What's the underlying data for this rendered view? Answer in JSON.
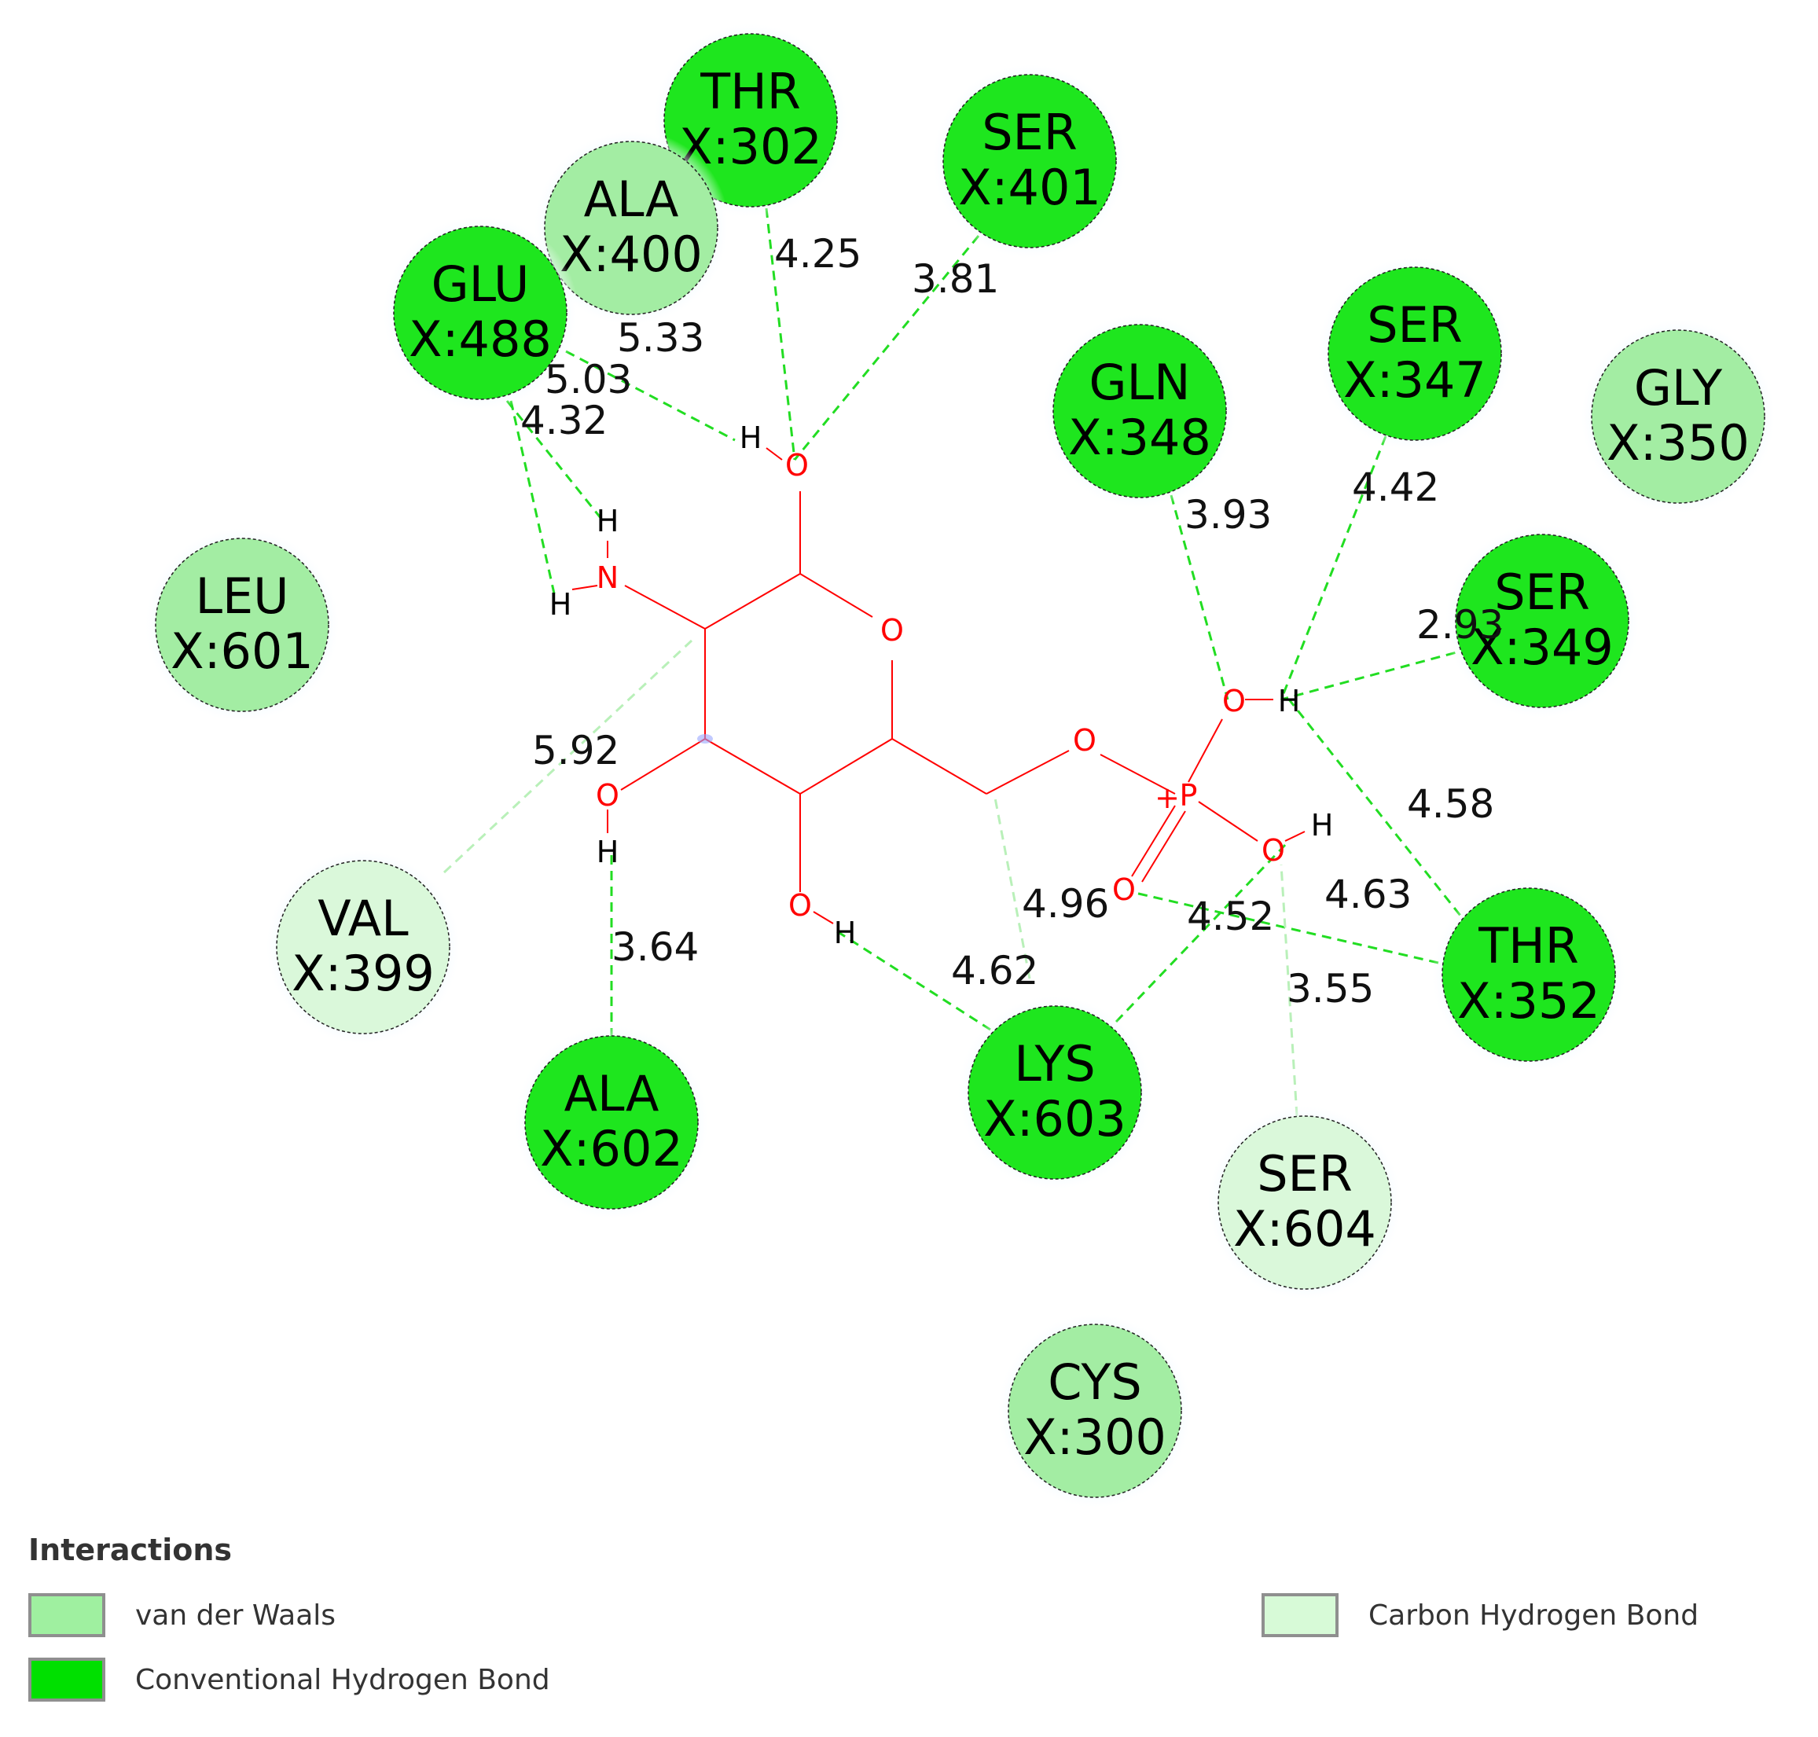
{
  "residues": [
    {
      "id": "thr302",
      "name": "THR",
      "number": "X:302",
      "type": "conventional"
    },
    {
      "id": "ala400",
      "name": "ALA",
      "number": "X:400",
      "type": "vdw"
    },
    {
      "id": "ser401",
      "name": "SER",
      "number": "X:401",
      "type": "conventional"
    },
    {
      "id": "glu488",
      "name": "GLU",
      "number": "X:488",
      "type": "conventional"
    },
    {
      "id": "gln348",
      "name": "GLN",
      "number": "X:348",
      "type": "conventional"
    },
    {
      "id": "ser347",
      "name": "SER",
      "number": "X:347",
      "type": "conventional"
    },
    {
      "id": "gly350",
      "name": "GLY",
      "number": "X:350",
      "type": "vdw"
    },
    {
      "id": "leu601",
      "name": "LEU",
      "number": "X:601",
      "type": "vdw"
    },
    {
      "id": "ser349",
      "name": "SER",
      "number": "X:349",
      "type": "conventional"
    },
    {
      "id": "val399",
      "name": "VAL",
      "number": "X:399",
      "type": "carbon_h"
    },
    {
      "id": "thr352",
      "name": "THR",
      "number": "X:352",
      "type": "conventional"
    },
    {
      "id": "ala602",
      "name": "ALA",
      "number": "X:602",
      "type": "conventional"
    },
    {
      "id": "lys603",
      "name": "LYS",
      "number": "X:603",
      "type": "conventional"
    },
    {
      "id": "ser604",
      "name": "SER",
      "number": "X:604",
      "type": "carbon_h"
    },
    {
      "id": "cys300",
      "name": "CYS",
      "number": "X:300",
      "type": "vdw"
    }
  ],
  "distances": [
    "4.25",
    "3.81",
    "5.33",
    "5.03",
    "4.32",
    "3.93",
    "4.42",
    "2.93",
    "4.58",
    "5.92",
    "3.64",
    "4.96",
    "4.62",
    "4.52",
    "4.63",
    "3.55"
  ],
  "atoms": {
    "oxygen": "O",
    "hydrogen": "H",
    "nitrogen": "N",
    "phosphorus": "P",
    "charge": "+"
  },
  "legend": {
    "title": "Interactions",
    "items": [
      {
        "label": "van der Waals",
        "color": "#9ff0a0"
      },
      {
        "label": "Conventional Hydrogen Bond",
        "color": "#00e000"
      },
      {
        "label": "Carbon Hydrogen Bond",
        "color": "#d7fad7"
      }
    ]
  },
  "colors": {
    "conventional": "#1ee61e",
    "vdw": "#a3eda3",
    "carbon_h": "#daf8da",
    "conventional_line": "#22dd22",
    "carbon_h_line": "#b9f0b9",
    "ligand": "#ff0000"
  }
}
